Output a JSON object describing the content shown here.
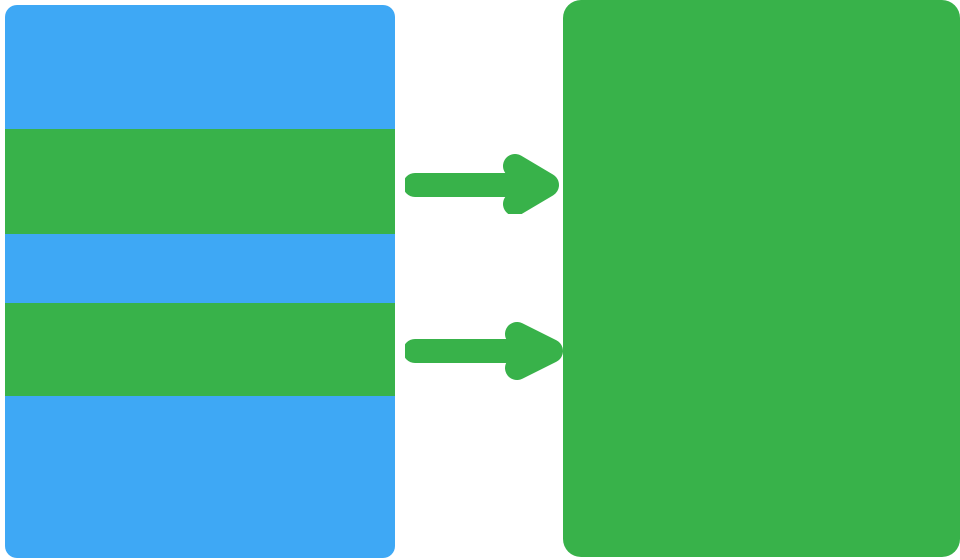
{
  "colors": {
    "source_panel": "#3ea8f5",
    "highlight": "#38b24a",
    "target_panel": "#38b24a",
    "arrow": "#38b24a",
    "background": "#ffffff"
  },
  "diagram": {
    "source_segments": 5,
    "highlighted_segments": [
      2,
      4
    ],
    "arrows": 2,
    "icons": [
      "right-arrow-icon",
      "right-arrow-icon"
    ]
  }
}
